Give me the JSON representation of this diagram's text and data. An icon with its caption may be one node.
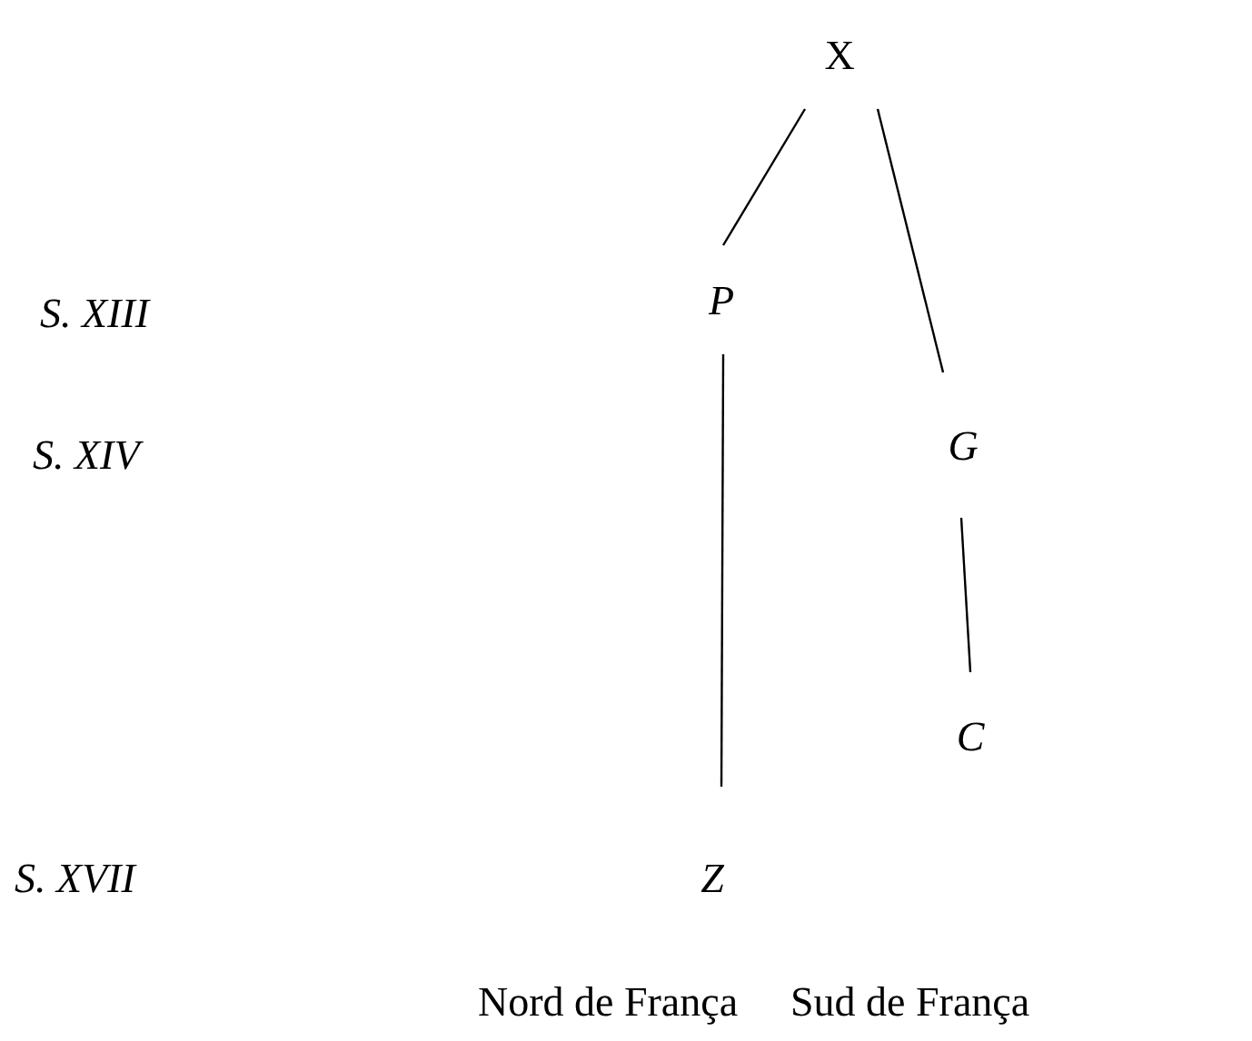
{
  "diagram": {
    "nodes": [
      {
        "text": [
          "X"
        ]
      },
      {
        "text": [
          "P"
        ]
      },
      {
        "text": [
          "G"
        ]
      },
      {
        "text": [
          "C"
        ]
      },
      {
        "text": [
          "Z"
        ]
      }
    ],
    "edges": [
      {
        "from": 0,
        "to": 1,
        "arrow": "none"
      },
      {
        "from": 0,
        "to": 2,
        "arrow": "none"
      },
      {
        "from": 1,
        "to": 4,
        "arrow": "none"
      },
      {
        "from": 2,
        "to": 3,
        "arrow": "none"
      }
    ],
    "labels": [
      "S. XIII",
      "S. XIV",
      "S. XVII",
      "Nord de França",
      "Sud de França"
    ]
  }
}
